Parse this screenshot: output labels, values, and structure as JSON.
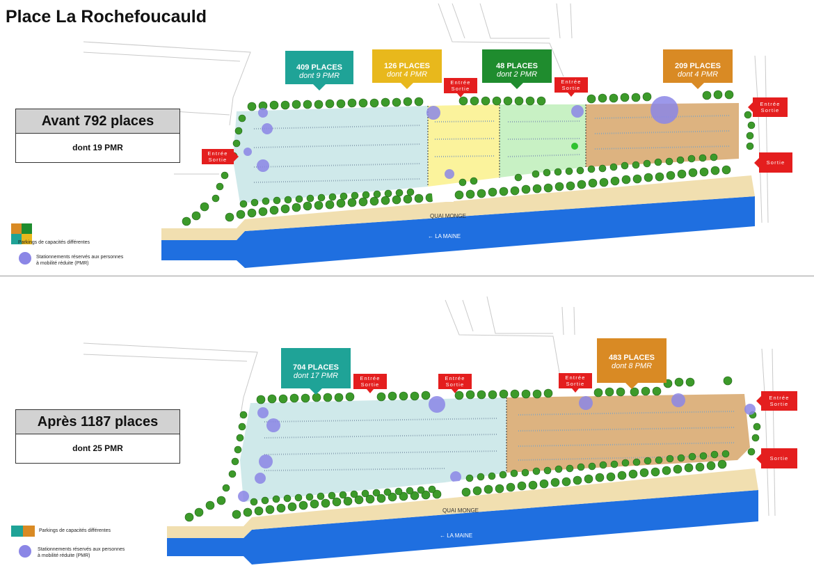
{
  "title": "Place La Rochefoucauld",
  "colors": {
    "teal": "#1fa397",
    "yellow": "#e8b81c",
    "green": "#1f8c2e",
    "orange": "#d98a24",
    "red": "#e41e1e",
    "river": "#1f6fe0",
    "quay": "#f1dfb0",
    "pmr": "#8b86e6",
    "tree": "#3c9a2a"
  },
  "legend": {
    "capacity": "Parkings de capacités différentes",
    "pmr_line1": "Stationnements réservés aux personnes",
    "pmr_line2": "à mobilité réduite (PMR)"
  },
  "labels": {
    "quai": "QUAI MONGE",
    "river": "LA MAINE"
  },
  "access": {
    "entry_exit_line1": "Entrée",
    "entry_exit_line2": "Sortie",
    "exit": "Sortie"
  },
  "before": {
    "summary_title": "Avant 792 places",
    "summary_sub": "dont 19 PMR",
    "callouts": [
      {
        "places": "409 PLACES",
        "pmr": "dont 9 PMR",
        "color": "#1fa397"
      },
      {
        "places": "126 PLACES",
        "pmr": "dont 4 PMR",
        "color": "#e8b81c"
      },
      {
        "places": "48 PLACES",
        "pmr": "dont 2 PMR",
        "color": "#1f8c2e"
      },
      {
        "places": "209 PLACES",
        "pmr": "dont 4 PMR",
        "color": "#d98a24"
      }
    ]
  },
  "after": {
    "summary_title": "Après 1187 places",
    "summary_sub": "dont 25 PMR",
    "callouts": [
      {
        "places": "704 PLACES",
        "pmr": "dont 17 PMR",
        "color": "#1fa397"
      },
      {
        "places": "483 PLACES",
        "pmr": "dont 8 PMR",
        "color": "#d98a24"
      }
    ]
  }
}
